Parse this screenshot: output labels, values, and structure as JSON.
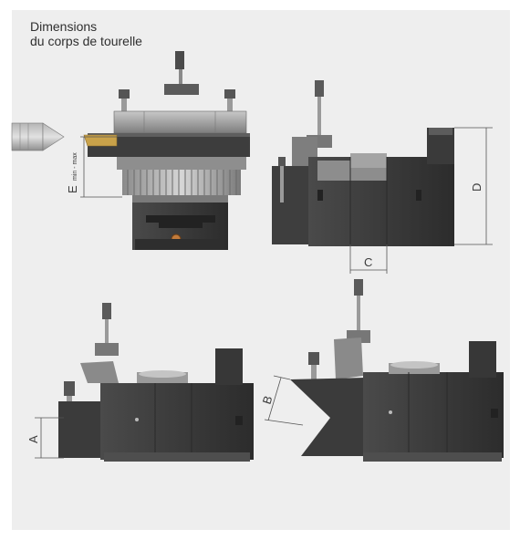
{
  "caption": {
    "line1": "Dimensions",
    "line2": "du corps de tourelle"
  },
  "dimensions": {
    "A": "A",
    "B": "B",
    "C": "C",
    "D": "D",
    "E": "E",
    "E_range": "min - max"
  },
  "colors": {
    "panel_background": "#eeeeee",
    "body_dark": "#3a3a3a",
    "body_mid": "#5a5a5a",
    "metal_light": "#a8a8a8",
    "insert_gold": "#c9a24a",
    "dimension_line": "#555555"
  }
}
